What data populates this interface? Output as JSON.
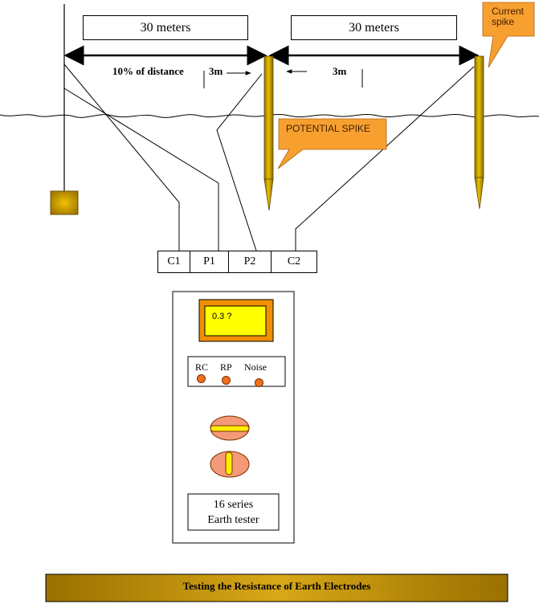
{
  "distances": {
    "left_label": "30 meters",
    "right_label": "30 meters",
    "ten_percent_label": "10% of distance",
    "left_offset": "3m",
    "right_offset": "3m"
  },
  "callouts": {
    "current_spike": "Current spike",
    "potential_spike": "POTENTIAL SPIKE"
  },
  "terminals": [
    "C1",
    "P1",
    "P2",
    "C2"
  ],
  "tester": {
    "display_value": "0.3 ?",
    "modes": [
      "RC",
      "RP",
      "Noise"
    ],
    "model_line1": "16 series",
    "model_line2": "Earth tester"
  },
  "footer": {
    "caption": "Testing the Resistance of Earth Electrodes"
  },
  "colors": {
    "spike": "#c8a000",
    "callout": "#f7a030",
    "display_frame": "#f09000",
    "display_screen": "#ffff00",
    "lamp": "#f07020",
    "footer_bar": "#c89a10"
  }
}
